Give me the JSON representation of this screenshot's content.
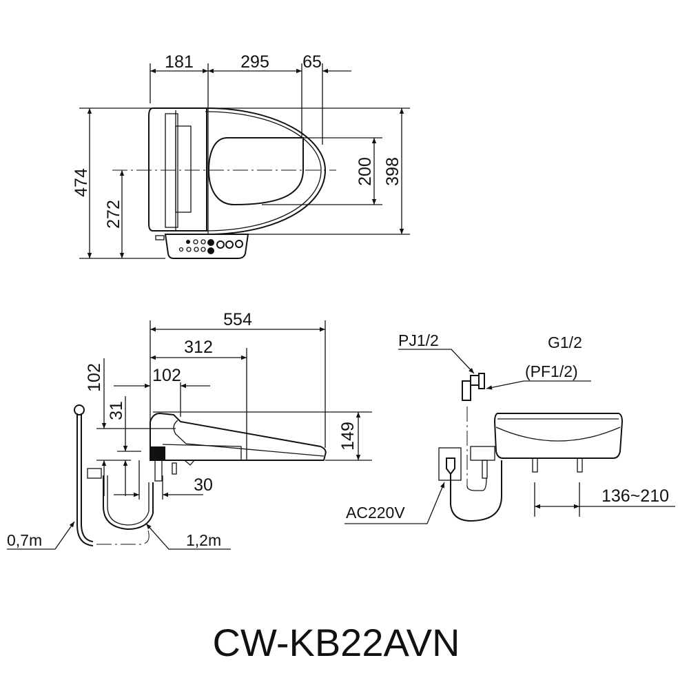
{
  "model": "CW-KB22AVN",
  "top_view": {
    "dims": {
      "d181": "181",
      "d295": "295",
      "d65": "65",
      "d474": "474",
      "d272": "272",
      "d200": "200",
      "d398": "398"
    }
  },
  "side_view": {
    "dims": {
      "d554": "554",
      "d312": "312",
      "d102h": "102",
      "d102v": "102",
      "d31": "31",
      "d149": "149",
      "d30": "30"
    },
    "labels": {
      "hose": "0,7m",
      "cord": "1,2m"
    }
  },
  "front_view": {
    "labels": {
      "pj": "PJ1/2",
      "g": "G1/2",
      "pf": "(PF1/2)",
      "power": "AC220V",
      "range": "136~210"
    }
  },
  "colors": {
    "line": "#111111",
    "background": "#ffffff"
  }
}
